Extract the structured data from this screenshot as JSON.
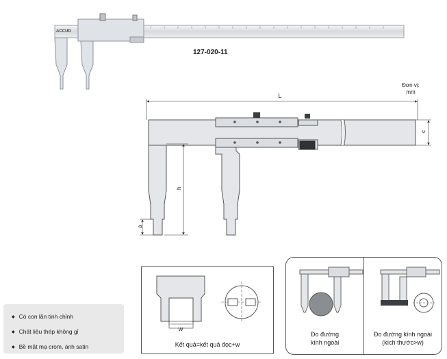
{
  "product": {
    "model": "127-020-11",
    "brand": "ACCUD"
  },
  "dimensions": {
    "unit_line1": "Đơn vị:",
    "unit_line2": "mm",
    "L": "L",
    "h": "h",
    "a": "a",
    "c": "c"
  },
  "features": [
    "Có con lăn tinh chỉnh",
    "Chất liệu thép không gỉ",
    "Bề mặt mạ crom, ánh satin"
  ],
  "measurement_box": {
    "w_label": "w",
    "caption": "Kết quả=kết quả đọc+w"
  },
  "outer_diameter": {
    "left_caption_line1": "Đo đường",
    "left_caption_line2": "kính ngoài",
    "right_caption_line1": "Đo đường kính ngoài",
    "right_caption_line2": "(kích thước>w)"
  },
  "colors": {
    "steel": "#e4e6ea",
    "steel_dark": "#b8bcc4",
    "outline": "#555555",
    "panel": "#e9e9e9"
  }
}
